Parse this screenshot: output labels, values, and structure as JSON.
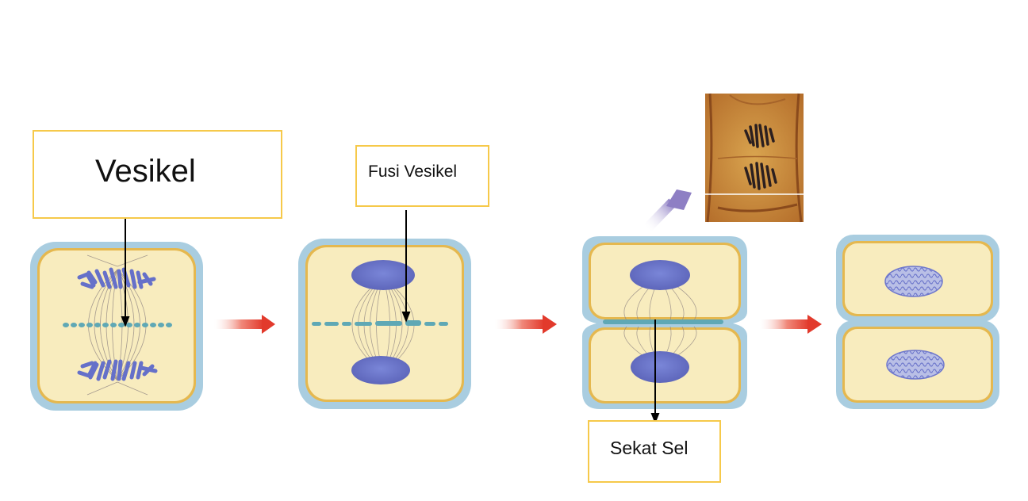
{
  "labels": {
    "vesikel": "Vesikel",
    "fusi_vesikel": "Fusi Vesikel",
    "sekat_sel": "Sekat Sel"
  },
  "stages": [
    {
      "name": "telophase-vesicles",
      "nuclei": "chromosomes"
    },
    {
      "name": "vesicle-fusion",
      "nuclei": "condensed"
    },
    {
      "name": "cell-plate",
      "nuclei": "condensed"
    },
    {
      "name": "daughter-cells",
      "nuclei": "interphase"
    }
  ],
  "colors": {
    "cell_wall": "#a9cde0",
    "membrane": "#e5b84f",
    "cytoplasm": "#f8ecbe",
    "nucleus": "#6f78cc",
    "vesicle": "#5fa8b5",
    "spindle": "#7a7070",
    "arrow": "#e23a2c",
    "label_border": "#f6c94a",
    "micrograph": "#c98a3a"
  }
}
